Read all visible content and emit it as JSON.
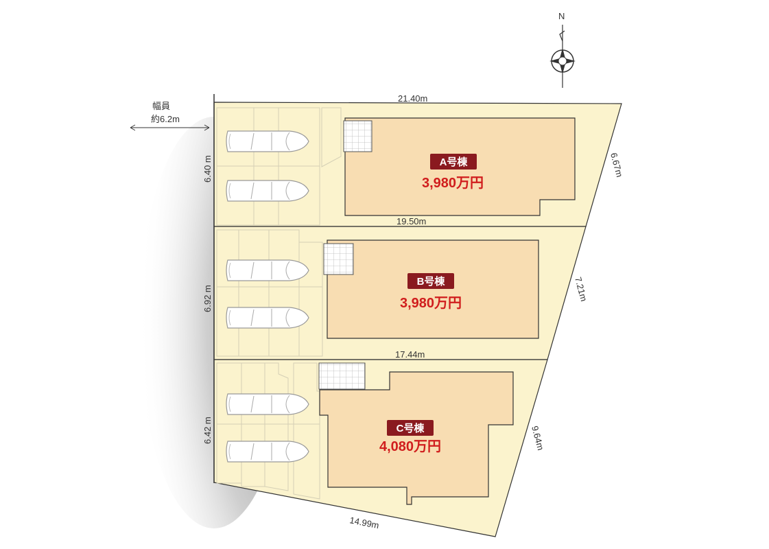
{
  "compass": {
    "north_label": "N"
  },
  "road": {
    "width_label": "幅員",
    "width_value": "約6.2m"
  },
  "dimensions": {
    "top": "21.40m",
    "a_b_border": "19.50m",
    "b_c_border": "17.44m",
    "bottom": "14.99m",
    "a_left": "6.40 m",
    "b_left": "6.92 m",
    "c_left": "6.42 m",
    "a_right": "6.67m",
    "b_right": "7.21m",
    "c_right": "9.64m"
  },
  "lots": [
    {
      "badge": "A号棟",
      "price": "3,980万円"
    },
    {
      "badge": "B号棟",
      "price": "3,980万円"
    },
    {
      "badge": "C号棟",
      "price": "4,080万円"
    }
  ],
  "colors": {
    "lot_fill": "#fbf3cd",
    "house_fill": "#f8ddb2",
    "badge_fill": "#8a1a1f",
    "price_text": "#d01d1d",
    "outline": "#333333"
  }
}
